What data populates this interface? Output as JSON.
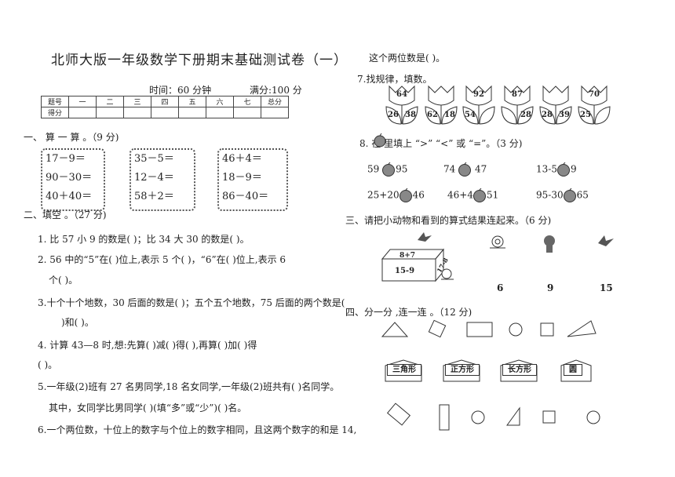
{
  "title": "北师大版一年级数学下册期末基础测试卷（一）",
  "time_label": "时间：60 分钟",
  "full_score": "满分:100 分",
  "score_table": {
    "headers": [
      "题号",
      "一",
      "二",
      "三",
      "四",
      "五",
      "六",
      "七",
      "总分"
    ],
    "row2_label": "得分"
  },
  "sec1": {
    "heading": "一、 算 一 算 。（9 分)",
    "boxes": [
      [
        "17－9＝",
        "90－30＝",
        "40＋40＝"
      ],
      [
        "35－5＝",
        "12－4＝",
        "58＋2＝"
      ],
      [
        "46＋4＝",
        "18－9＝",
        "86－40＝"
      ]
    ]
  },
  "sec2": {
    "heading": "二、填空 。（27 分)",
    "lines": [
      "1. 比 57 小 9 的数是(     )；比 34 大 30 的数是(     )。",
      "2. 56 中的“5”在(     )位上,表示 5 个(     )，“6”在(     )位上,表示 6",
      "个(     )。",
      "3.十个十个地数，30 后面的数是(     )；五个五个地数，75 后面的两个数是(",
      ")和(     )。",
      "4. 计算 43—8 时,想:先算(     )减(     )得(     ),再算(     )加(     )得",
      "(     )。",
      "5.一年级(2)班有 27 名男同学,18 名女同学,一年级(2)班共有(     )名同学。",
      "其中，女同学比男同学(     )(填“多”或“少”)(     )名。",
      "6.一个两位数，十位上的数字与个位上的数字相同，且这两个数字的和是 14,"
    ]
  },
  "right": {
    "cont": "这个两位数是(          )。",
    "q7": "7.找规律，填数。",
    "tulips": [
      {
        "top": "64",
        "l": "26",
        "r": "38"
      },
      {
        "top": "",
        "l": "62",
        "r": "18"
      },
      {
        "top": "92",
        "l": "54",
        "r": ""
      },
      {
        "top": "87",
        "l": "",
        "r": "28"
      },
      {
        "top": "",
        "l": "28",
        "r": "39"
      },
      {
        "top": "70",
        "l": "25",
        "r": ""
      }
    ],
    "q8": "8. 在      里填上 “>” “<” 或 “=”。（3 分)",
    "compare": [
      {
        "a": "59",
        "b": "95"
      },
      {
        "a": "74",
        "b": "47"
      },
      {
        "a": "13-5",
        "b": "9"
      },
      {
        "a": "25+20",
        "b": "46"
      },
      {
        "a": "46+4",
        "b": "51"
      },
      {
        "a": "95-30",
        "b": "65"
      }
    ],
    "sec3": "三、请把小动物和看到的算式结果连起来。（6 分)",
    "box_exprs": [
      "8+7",
      "15-9",
      "17-8"
    ],
    "answers": [
      "6",
      "9",
      "15"
    ],
    "sec4": "四、分一分 ,连一连 。（12 分)",
    "signs": [
      "三角形",
      "正方形",
      "长方形",
      "圆"
    ]
  }
}
